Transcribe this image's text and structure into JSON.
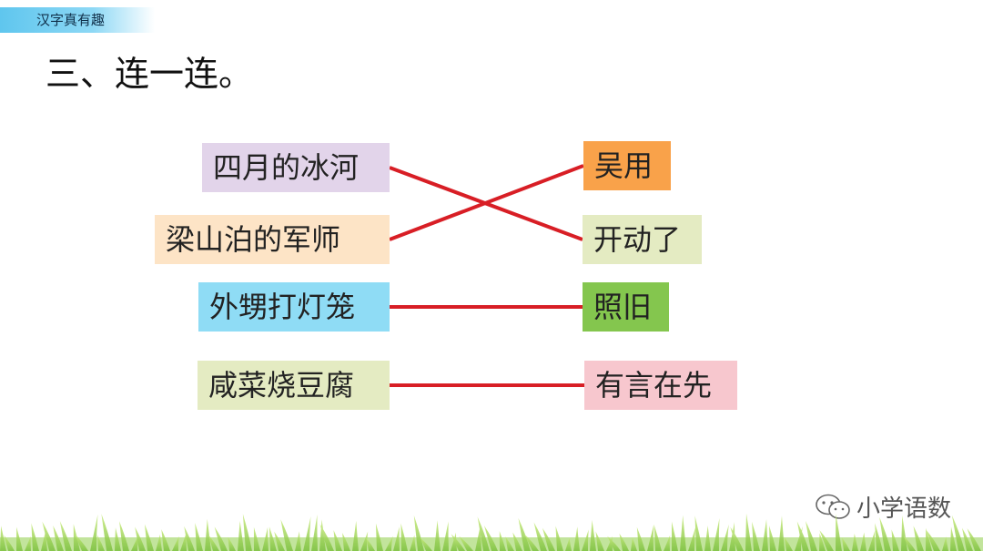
{
  "header": {
    "tab_label": "汉字真有趣"
  },
  "section_title": "三、连一连。",
  "left_items": [
    {
      "label": "四月的冰河",
      "color": "#e2d4ea"
    },
    {
      "label": "梁山泊的军师",
      "color": "#fde4c6"
    },
    {
      "label": "外甥打灯笼",
      "color": "#8fdcf5"
    },
    {
      "label": "咸菜烧豆腐",
      "color": "#e4ebc2"
    }
  ],
  "right_items": [
    {
      "label": "吴用",
      "color": "#f9a24a"
    },
    {
      "label": "开动了",
      "color": "#e4ebc2"
    },
    {
      "label": "照旧",
      "color": "#84c64e"
    },
    {
      "label": "有言在先",
      "color": "#f7c7ce"
    }
  ],
  "connections": [
    {
      "from": 0,
      "to": 1
    },
    {
      "from": 1,
      "to": 0
    },
    {
      "from": 2,
      "to": 2
    },
    {
      "from": 3,
      "to": 3
    }
  ],
  "line_color": "#d81e25",
  "watermark": {
    "text": "小学语数",
    "icon": "wechat-icon"
  }
}
